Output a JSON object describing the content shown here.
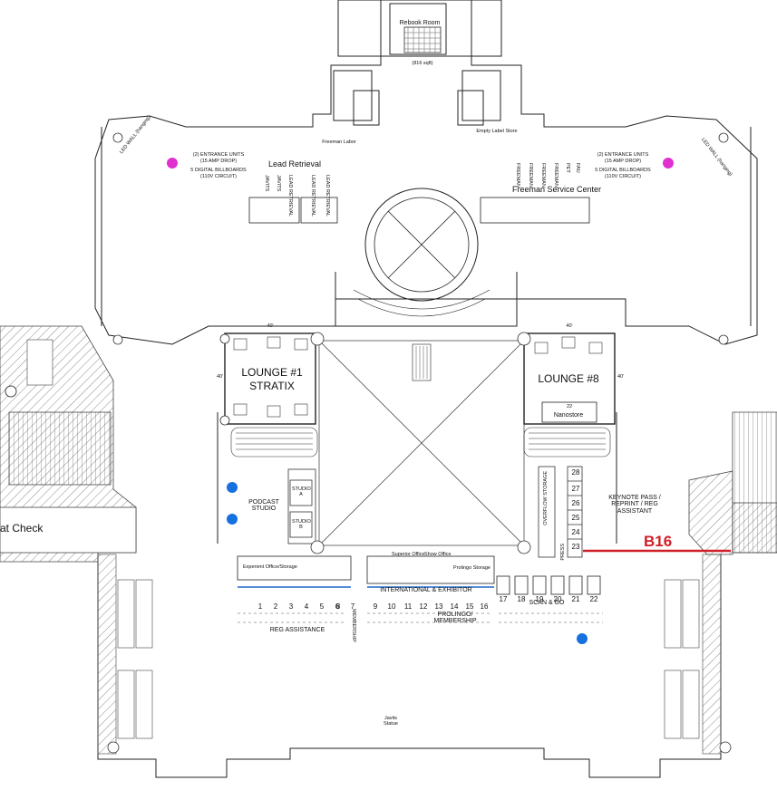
{
  "map": {
    "rooms": {
      "rebook_room": "Rebook Room",
      "rebook_sqft": "(816 sqft)",
      "lead_retrieval": "Lead Retrieval",
      "freeman_service_center": "Freeman Service Center",
      "lounge1": "LOUNGE #1",
      "stratix": "STRATIX",
      "lounge8": "LOUNGE #8",
      "nanostore_num": "22",
      "nanostore": "Nanostore",
      "podcast_studio": "PODCAST STUDIO",
      "studio_a": "STUDIO A",
      "studio_b": "STUDIO B",
      "overflow_storage": "OVERFLOW STORAGE",
      "keynote_pass": "KEYNOTE PASS / REPRINT / REG ASSISTANT",
      "coat_check": "at Check",
      "experient_office": "Experient Office/Storage",
      "superior_office": "Superior Office",
      "show_office": "Show Office",
      "prolingo_storage": "Prolingo Storage",
      "international_exhibitor": "INTERNATIONAL & EXHIBITOR",
      "scan_go": "SCAN & GO",
      "reg_assistance": "REG ASSISTANCE",
      "membership": "MEMBERSHIP",
      "prolingo_membership": "PROLINGO/ MEMBERSHIP",
      "press": "PRESS",
      "javits_statue": "Javits Statue",
      "freeman_labor": "Freeman Labor",
      "empty_label_store": "Empty Label Store"
    },
    "entrances": {
      "left_units": "(2) ENTRANCE UNITS",
      "left_amp": "(15 AMP DROP)",
      "left_billboards": "5 DIGITAL BILLBOARDS",
      "left_circuit": "(110V CIRCUIT)",
      "right_units": "(2) ENTRANCE UNITS",
      "right_amp": "(15 AMP DROP)",
      "right_billboards": "5 DIGITAL BILLBOARDS",
      "right_circuit": "(110V CIRCUIT)",
      "led_wall": "LED WALL (hanging)"
    },
    "lead_counters": [
      "JAVITS",
      "JAVITS",
      "LEAD RETRIEVAL",
      "LEAD RETRIEVAL",
      "LEAD RETRIEVAL"
    ],
    "freeman_counters": [
      "FREEMAN",
      "FREEMAN",
      "FREEMAN",
      "FREEMAN",
      "PET",
      "FAU"
    ],
    "dimensions": {
      "lounge1_width": "40'",
      "lounge1_height": "40'",
      "lounge8_width": "40'",
      "lounge8_height": "40'"
    },
    "booth_label": "B16",
    "reg_counters": [
      "1",
      "2",
      "3",
      "4",
      "5",
      "6",
      "7",
      "8"
    ],
    "intl_counters": [
      "9",
      "10",
      "11",
      "12",
      "13",
      "14",
      "15",
      "16"
    ],
    "scan_counters": [
      "17",
      "18",
      "19",
      "20",
      "21",
      "22"
    ],
    "keynote_counters": [
      "23",
      "24",
      "25",
      "26",
      "27",
      "28"
    ],
    "colors": {
      "highlight_red": "#d01e26",
      "pink_marker": "#e030d0",
      "blue_marker": "#1570e0",
      "line": "#222222",
      "hatch": "#888888"
    }
  }
}
